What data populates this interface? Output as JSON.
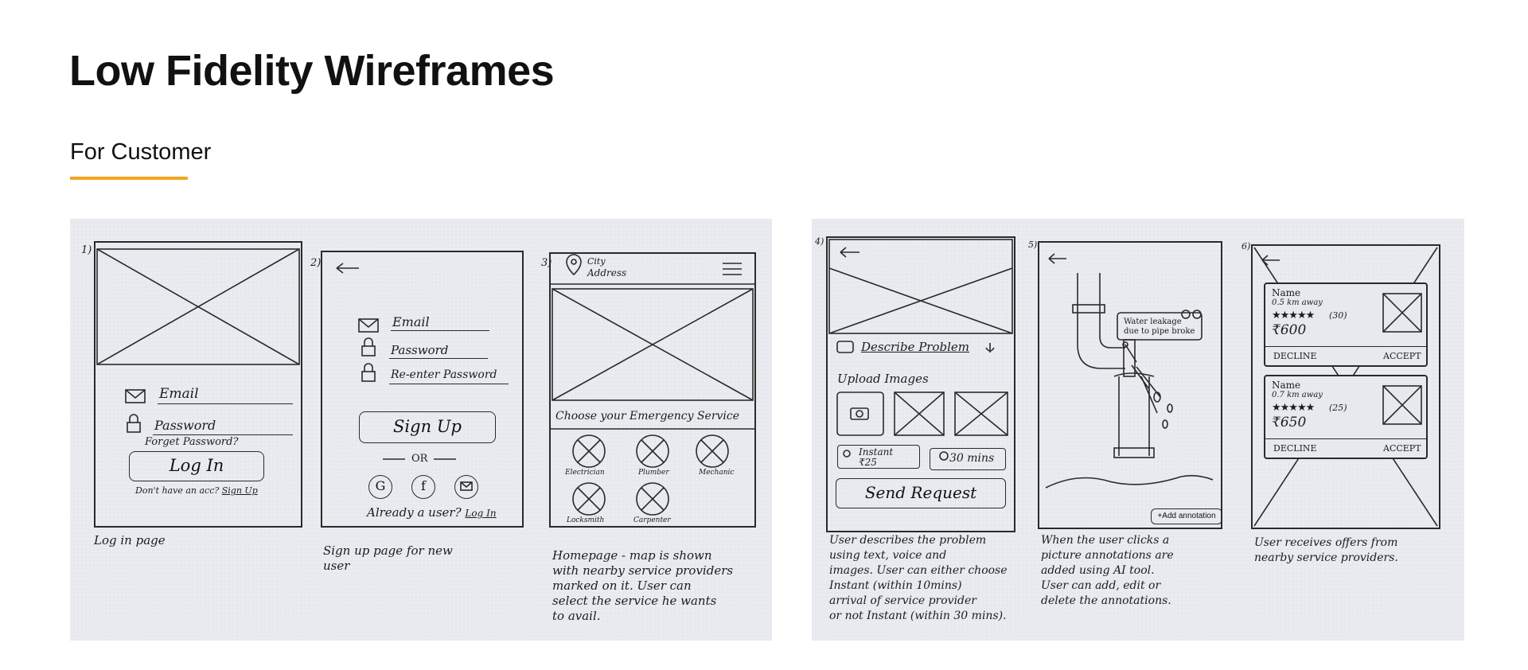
{
  "header": {
    "title": "Low Fidelity Wireframes",
    "subtitle": "For Customer"
  },
  "screens": {
    "s1": {
      "number": "1)",
      "email": "Email",
      "password": "Password",
      "forgot": "Forget Password?",
      "login": "Log In",
      "no_account": "Don't have an acc?",
      "signup_link": "Sign Up",
      "caption": "Log in page"
    },
    "s2": {
      "number": "2)",
      "email": "Email",
      "password": "Password",
      "reenter": "Re-enter Password",
      "signup": "Sign Up",
      "or": "OR",
      "google": "G",
      "facebook": "f",
      "already": "Already a user?",
      "login_link": "Log In",
      "caption": "Sign up page for new\nuser"
    },
    "s3": {
      "number": "3)",
      "city": "City",
      "address": "Address",
      "choose": "Choose your Emergency Service",
      "services": [
        "Electrician",
        "Plumber",
        "Mechanic",
        "Locksmith",
        "Carpenter"
      ],
      "caption": "Homepage - map is shown\nwith nearby service providers\nmarked on it. User can\nselect the service he wants\nto avail."
    },
    "s4": {
      "number": "4)",
      "describe": "Describe Problem",
      "upload": "Upload Images",
      "instant": "Instant",
      "price": "₹25",
      "thirty": "30 mins",
      "send": "Send Request",
      "caption": "User describes the problem\nusing text, voice and\nimages. User can either choose\nInstant (within 10mins)\narrival of service provider\nor not Instant (within 30 mins)."
    },
    "s5": {
      "number": "5)",
      "annotation": "Water leakage\ndue to pipe broke",
      "add_annotation": "+Add annotation",
      "caption": "When the user clicks a\npicture annotations are\nadded using AI tool.\nUser can add, edit or\ndelete the annotations."
    },
    "s6": {
      "number": "6)",
      "offers": [
        {
          "name": "Name",
          "distance": "0.5 km away",
          "reviews": "(30)",
          "price": "₹600",
          "decline": "DECLINE",
          "accept": "ACCEPT"
        },
        {
          "name": "Name",
          "distance": "0.7 km away",
          "reviews": "(25)",
          "price": "₹650",
          "decline": "DECLINE",
          "accept": "ACCEPT"
        }
      ],
      "caption": "User receives offers from\nnearby service providers."
    }
  }
}
